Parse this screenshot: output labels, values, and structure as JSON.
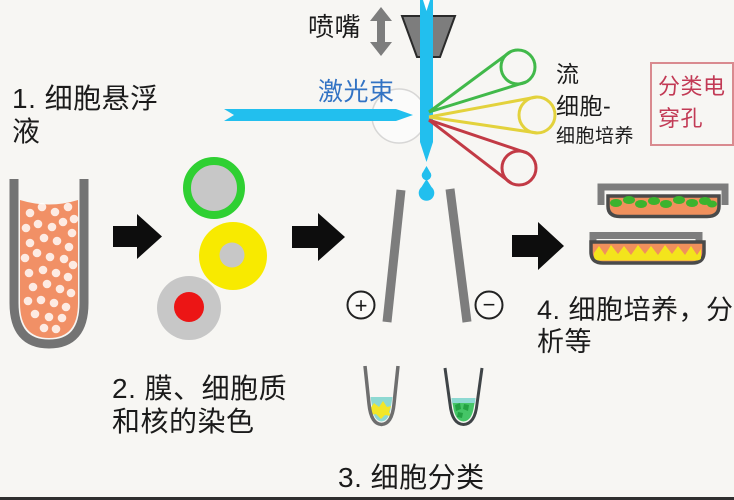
{
  "diagram": {
    "labels": {
      "nozzle": "喷嘴",
      "laser_beam": "激光束",
      "flow_line1": "流",
      "flow_line2": "细胞-",
      "flow_line3": "细胞培养",
      "electroporation": "分类电穿孔",
      "step1": "1. 细胞悬浮液",
      "step2": "2. 膜、细胞质和核的染色",
      "step3": "3. 细胞分类",
      "step4": "4. 细胞培养，分析等",
      "plus": "+",
      "minus": "−"
    }
  },
  "colors": {
    "bg": "#f7f6f3",
    "ink": "#1b1b1b",
    "laser_cyan": "#22bfee",
    "laser_text": "#3273c4",
    "gray_apparatus": "#7d7d7d",
    "arrow_black": "#0d0d0d",
    "tube_outline": "#737373",
    "suspension_orange": "#f19066",
    "membrane_green": "#2fd032",
    "cell_gray": "#c7c7c7",
    "cytoplasm_yellow": "#f8ea00",
    "nucleus_red": "#ec1515",
    "cone_green": "#41b94a",
    "cone_yellow": "#e3d23c",
    "cone_red": "#c23a45",
    "electro_red": "#c23a55",
    "electro_border": "#d98a8f",
    "dish_orange": "#f0905c",
    "dish_green": "#3cb32e",
    "dish_yellow": "#f3e41c",
    "liquid_cyan": "#8ed9d2",
    "liquid_green": "#45c567",
    "clump_yellow": "#f2e728",
    "clump_green": "#23a143"
  }
}
